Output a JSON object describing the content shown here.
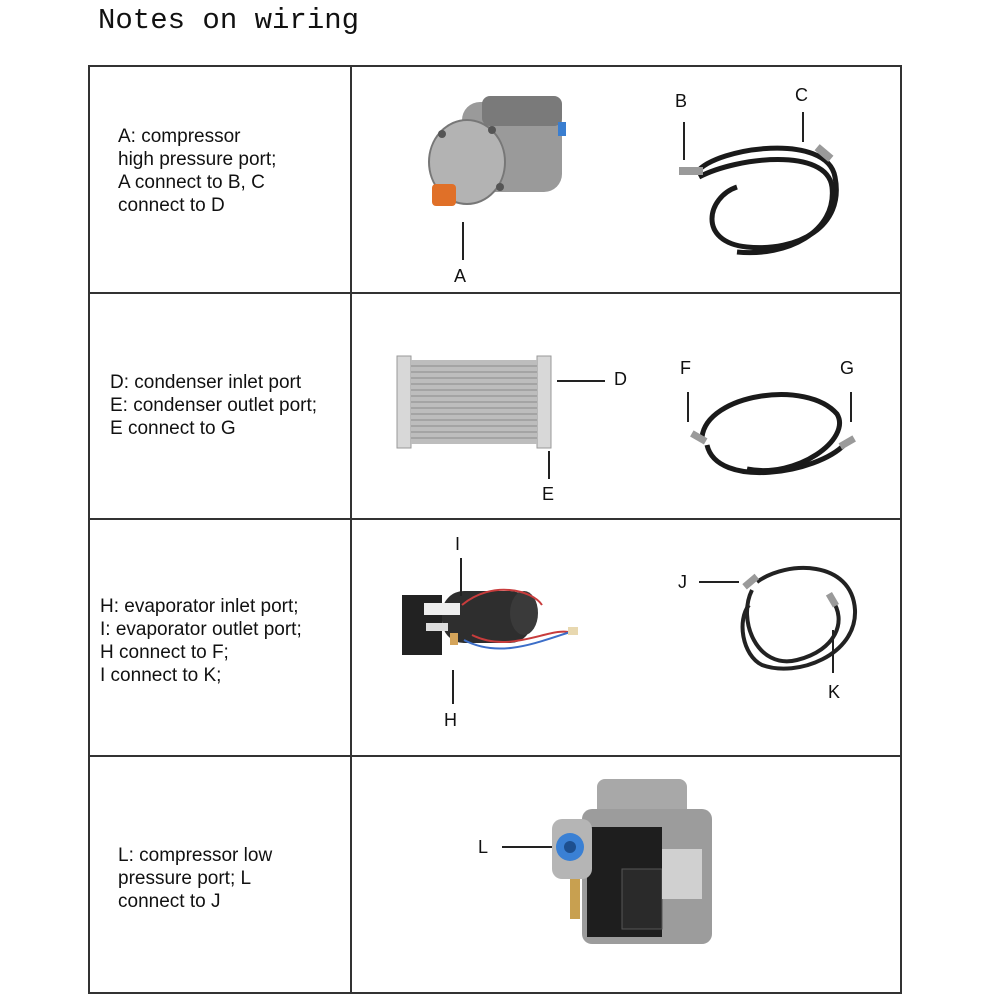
{
  "title": "Notes on wiring",
  "rows": [
    {
      "note": "A: compressor\nhigh pressure port;\nA connect to B, C\nconnect to D",
      "labels": {
        "a": "A",
        "b": "B",
        "c": "C"
      }
    },
    {
      "note": "D: condenser inlet port\nE: condenser outlet port;\nE connect to G",
      "labels": {
        "d": "D",
        "e": "E",
        "f": "F",
        "g": "G"
      }
    },
    {
      "note": "H: evaporator inlet port;\nI: evaporator outlet port;\nH connect to F;\nI connect to K;",
      "labels": {
        "i": "I",
        "h": "H",
        "j": "J",
        "k": "K"
      }
    },
    {
      "note": "L: compressor low\npressure port; L\nconnect to J",
      "labels": {
        "l": "L"
      }
    }
  ]
}
